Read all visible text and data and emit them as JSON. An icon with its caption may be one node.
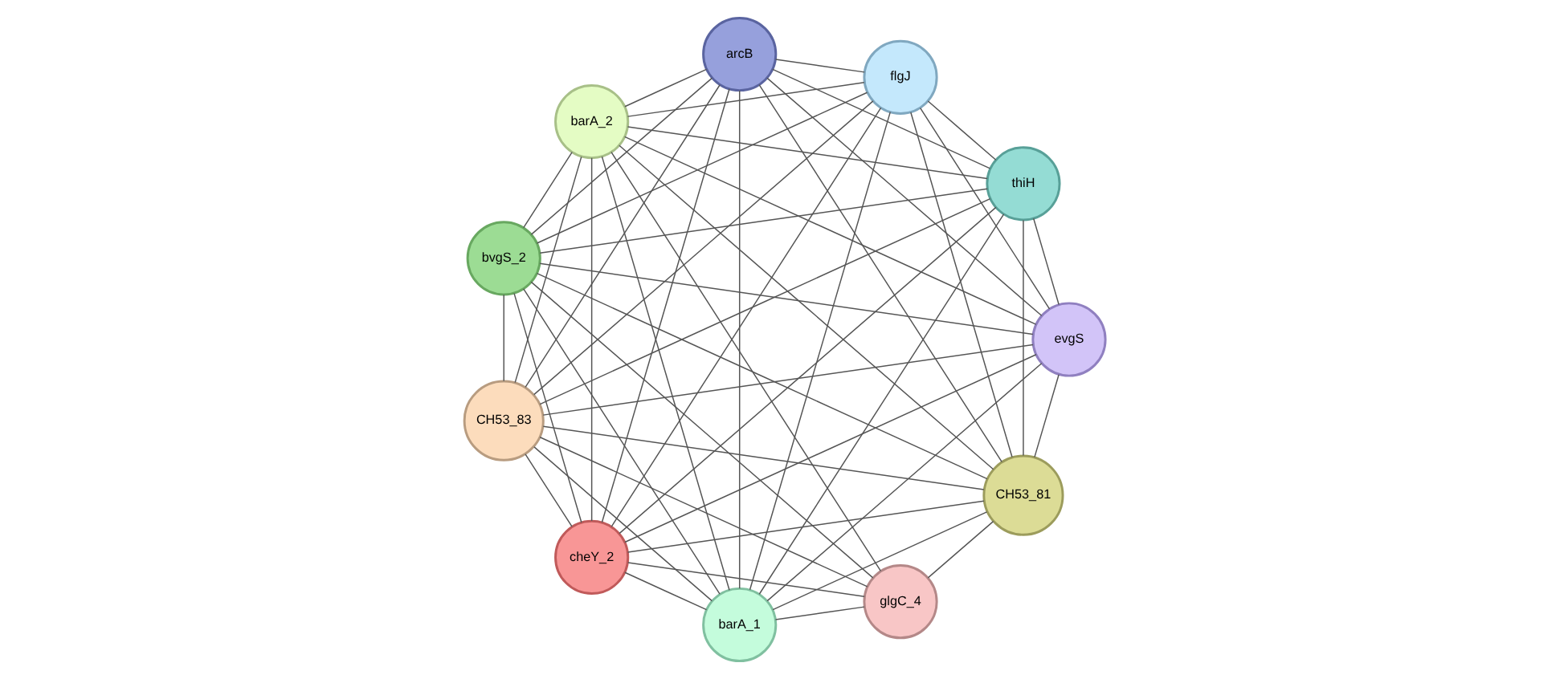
{
  "diagram": {
    "nodes": [
      {
        "text": [
          "glgC_4"
        ]
      },
      {
        "text": [
          "CH53_81"
        ]
      },
      {
        "text": [
          "cheY_2"
        ]
      },
      {
        "text": [
          "CH53_83"
        ]
      },
      {
        "text": [
          "evgS"
        ]
      },
      {
        "text": [
          "bvgS_2"
        ]
      },
      {
        "text": [
          "barA_2"
        ]
      },
      {
        "text": [
          "arcB"
        ]
      },
      {
        "text": [
          "barA_1"
        ]
      },
      {
        "text": [
          "flgJ"
        ]
      },
      {
        "text": [
          "thiH"
        ]
      }
    ],
    "edges": [
      {
        "from": 0,
        "to": 1,
        "arrow": "none"
      },
      {
        "from": 0,
        "to": 2,
        "arrow": "none"
      },
      {
        "from": 0,
        "to": 3,
        "arrow": "none"
      },
      {
        "from": 0,
        "to": 5,
        "arrow": "none"
      },
      {
        "from": 0,
        "to": 6,
        "arrow": "none"
      },
      {
        "from": 0,
        "to": 8,
        "arrow": "none"
      },
      {
        "from": 1,
        "to": 2,
        "arrow": "none"
      },
      {
        "from": 1,
        "to": 3,
        "arrow": "none"
      },
      {
        "from": 1,
        "to": 4,
        "arrow": "none"
      },
      {
        "from": 1,
        "to": 5,
        "arrow": "none"
      },
      {
        "from": 1,
        "to": 6,
        "arrow": "none"
      },
      {
        "from": 1,
        "to": 7,
        "arrow": "none"
      },
      {
        "from": 1,
        "to": 8,
        "arrow": "none"
      },
      {
        "from": 1,
        "to": 9,
        "arrow": "none"
      },
      {
        "from": 1,
        "to": 10,
        "arrow": "none"
      },
      {
        "from": 2,
        "to": 3,
        "arrow": "none"
      },
      {
        "from": 2,
        "to": 4,
        "arrow": "none"
      },
      {
        "from": 2,
        "to": 5,
        "arrow": "none"
      },
      {
        "from": 2,
        "to": 6,
        "arrow": "none"
      },
      {
        "from": 2,
        "to": 7,
        "arrow": "none"
      },
      {
        "from": 2,
        "to": 8,
        "arrow": "none"
      },
      {
        "from": 2,
        "to": 9,
        "arrow": "none"
      },
      {
        "from": 2,
        "to": 10,
        "arrow": "none"
      },
      {
        "from": 3,
        "to": 4,
        "arrow": "none"
      },
      {
        "from": 3,
        "to": 5,
        "arrow": "none"
      },
      {
        "from": 3,
        "to": 6,
        "arrow": "none"
      },
      {
        "from": 3,
        "to": 7,
        "arrow": "none"
      },
      {
        "from": 3,
        "to": 8,
        "arrow": "none"
      },
      {
        "from": 3,
        "to": 9,
        "arrow": "none"
      },
      {
        "from": 3,
        "to": 10,
        "arrow": "none"
      },
      {
        "from": 4,
        "to": 5,
        "arrow": "none"
      },
      {
        "from": 4,
        "to": 6,
        "arrow": "none"
      },
      {
        "from": 4,
        "to": 7,
        "arrow": "none"
      },
      {
        "from": 4,
        "to": 8,
        "arrow": "none"
      },
      {
        "from": 4,
        "to": 9,
        "arrow": "none"
      },
      {
        "from": 4,
        "to": 10,
        "arrow": "none"
      },
      {
        "from": 5,
        "to": 6,
        "arrow": "none"
      },
      {
        "from": 5,
        "to": 7,
        "arrow": "none"
      },
      {
        "from": 5,
        "to": 8,
        "arrow": "none"
      },
      {
        "from": 5,
        "to": 9,
        "arrow": "none"
      },
      {
        "from": 5,
        "to": 10,
        "arrow": "none"
      },
      {
        "from": 6,
        "to": 7,
        "arrow": "none"
      },
      {
        "from": 6,
        "to": 8,
        "arrow": "none"
      },
      {
        "from": 6,
        "to": 9,
        "arrow": "none"
      },
      {
        "from": 6,
        "to": 10,
        "arrow": "none"
      },
      {
        "from": 7,
        "to": 8,
        "arrow": "none"
      },
      {
        "from": 7,
        "to": 9,
        "arrow": "none"
      },
      {
        "from": 7,
        "to": 10,
        "arrow": "none"
      },
      {
        "from": 8,
        "to": 9,
        "arrow": "none"
      },
      {
        "from": 8,
        "to": 10,
        "arrow": "none"
      },
      {
        "from": 9,
        "to": 10,
        "arrow": "none"
      }
    ]
  }
}
